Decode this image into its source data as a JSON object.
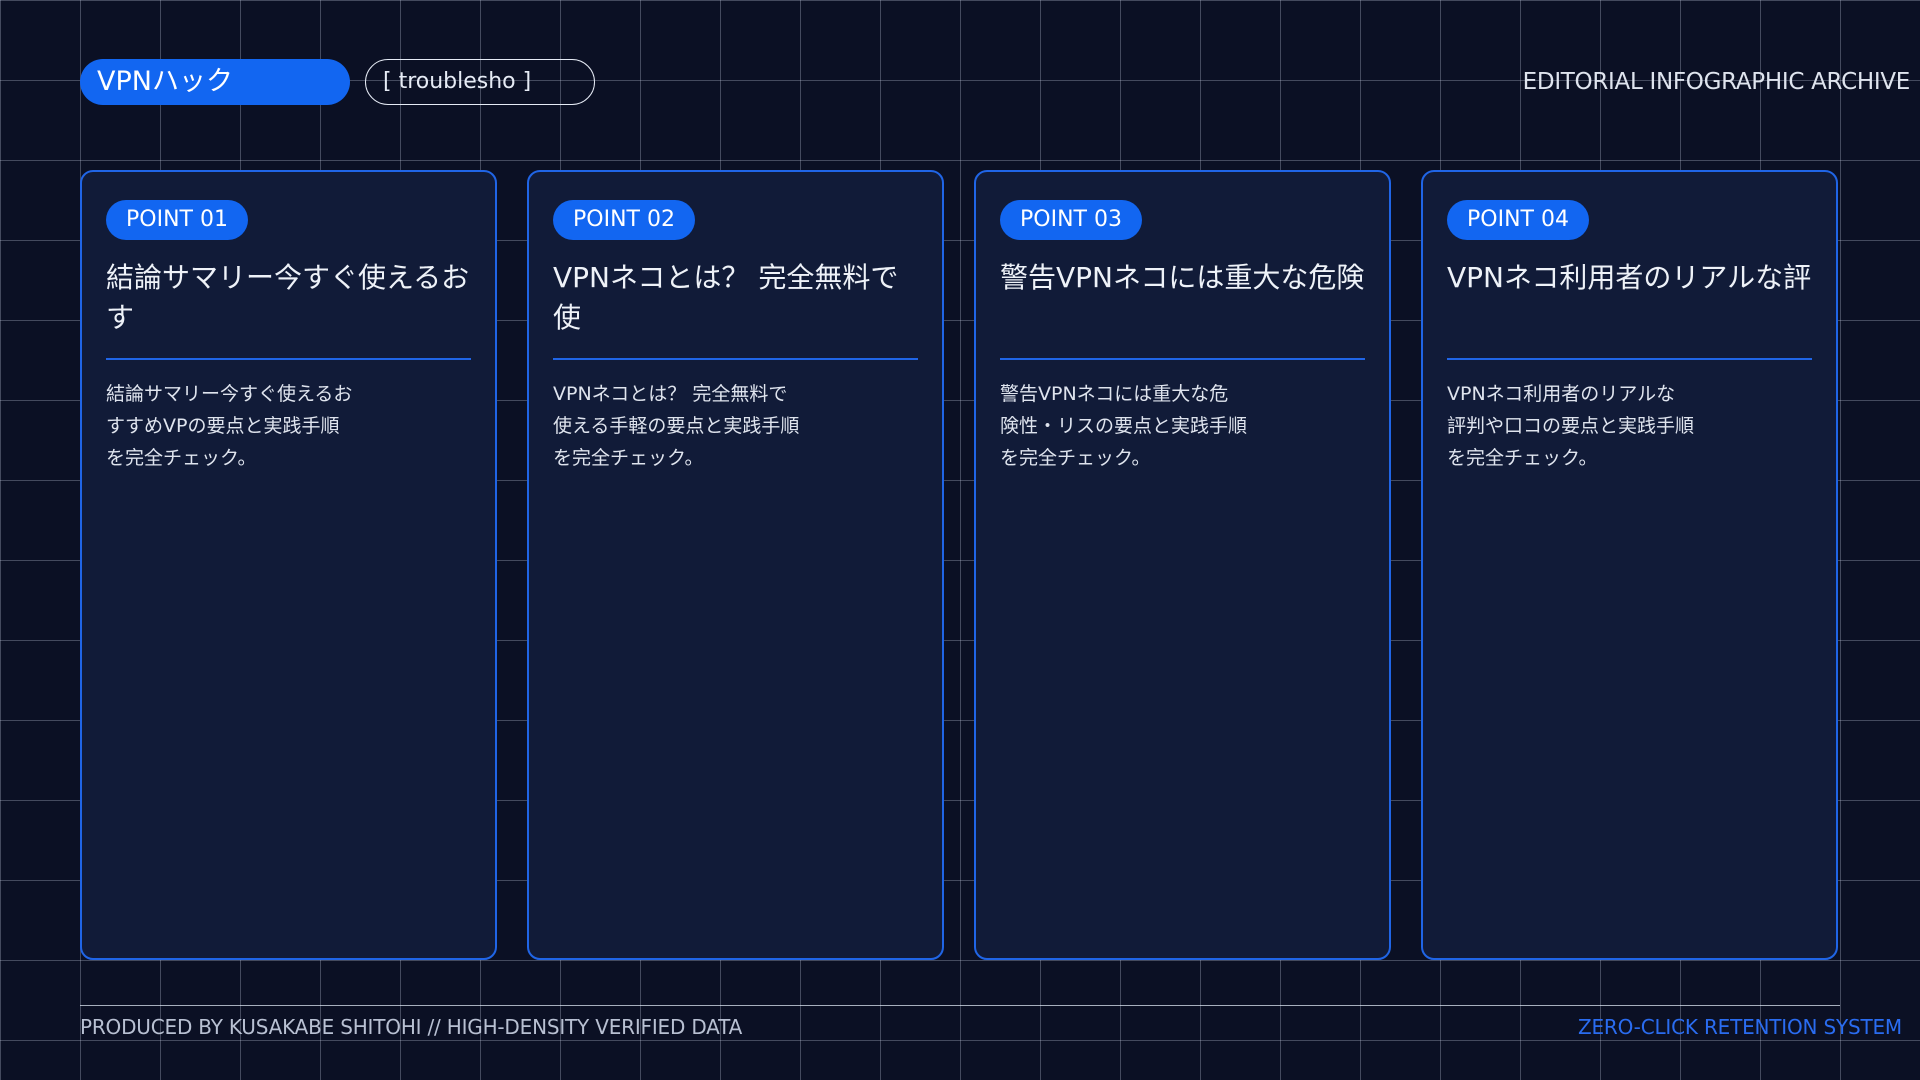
{
  "header": {
    "category_label": "VPNハック",
    "tag_label": "[ troublesho ]",
    "archive_label": "EDITORIAL INFOGRAPHIC ARCHIVE"
  },
  "cards": [
    {
      "badge": "POINT 01",
      "title": "結論サマリー今すぐ使えるおす",
      "body_lines": [
        "結論サマリー今すぐ使えるお",
        "すすめVPの要点と実践手順",
        "を完全チェック。"
      ]
    },
    {
      "badge": "POINT 02",
      "title": "VPNネコとは？ 完全無料で使",
      "body_lines": [
        "VPNネコとは？ 完全無料で",
        "使える手軽の要点と実践手順",
        "を完全チェック。"
      ]
    },
    {
      "badge": "POINT 03",
      "title": "警告VPNネコには重大な危険",
      "body_lines": [
        "警告VPNネコには重大な危",
        "険性・リスの要点と実践手順",
        "を完全チェック。"
      ]
    },
    {
      "badge": "POINT 04",
      "title": "VPNネコ利用者のリアルな評",
      "body_lines": [
        "VPNネコ利用者のリアルな",
        "評判や口コの要点と実践手順",
        "を完全チェック。"
      ]
    }
  ],
  "footer": {
    "credit": "PRODUCED BY KUSAKABE SHITOHI // HIGH-DENSITY VERIFIED DATA",
    "system_label": "ZERO-CLICK RETENTION SYSTEM"
  },
  "colors": {
    "background": "#0b1024",
    "card_background": "#111b38",
    "accent": "#1266f1",
    "card_border": "#2065e6",
    "footer_link": "#2a6cf0"
  }
}
